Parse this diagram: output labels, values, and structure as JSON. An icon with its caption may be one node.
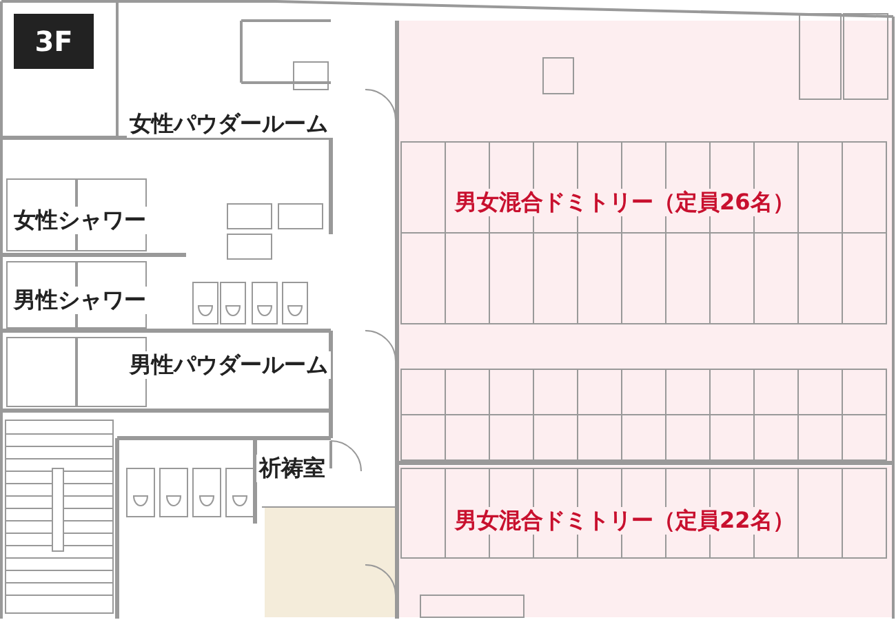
{
  "diagram": {
    "nodes": [
      {
        "text": [
          "女性パウダールーム"
        ]
      },
      {
        "text": [
          "女性シャワー"
        ]
      },
      {
        "text": [
          "男性シャワー"
        ]
      },
      {
        "text": [
          "男性パウダールーム"
        ]
      },
      {
        "text": [
          "祈祷室"
        ]
      },
      {
        "text": [
          "男女混合ドミトリー（定員26名）"
        ]
      },
      {
        "text": [
          "男女混合ドミトリー（定員22名）"
        ]
      }
    ],
    "labels": [
      "3F"
    ]
  }
}
